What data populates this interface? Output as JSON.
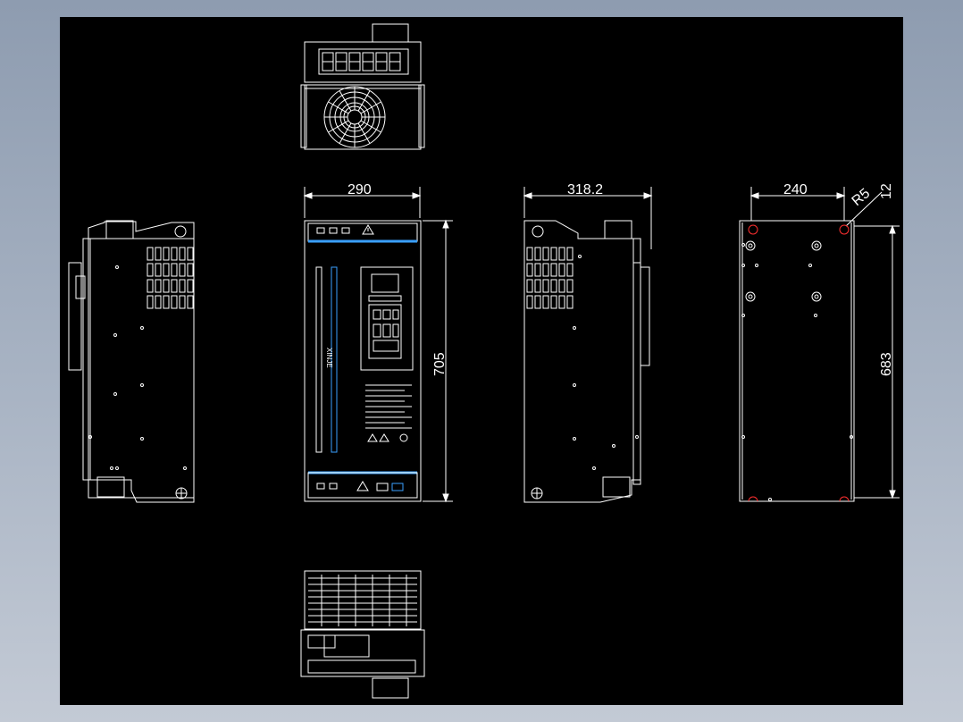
{
  "drawing": {
    "brand_text": "XINJE",
    "dimensions": {
      "front_width": "290",
      "front_height": "705",
      "side_depth": "318.2",
      "mount_width": "240",
      "mount_height": "683",
      "hole_radius": "R5",
      "hole_offset": "12"
    }
  },
  "colors": {
    "background": "#000000",
    "line": "#ffffff",
    "accent": "#3aa0ff",
    "hole": "#ff3030",
    "frame": "#8e9cb0"
  }
}
